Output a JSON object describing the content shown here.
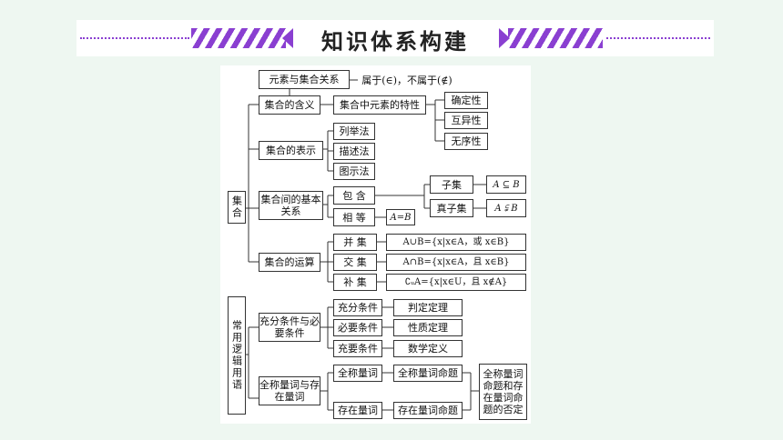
{
  "header": {
    "title": "知识体系构建",
    "accent_color": "#8a3fd1"
  },
  "diagram": {
    "root_set": "集合",
    "root_logic": "常用逻辑用语",
    "element_relation": "元素与集合关系",
    "belong": "属于(∈)，不属于(∉)",
    "meaning": "集合的含义",
    "element_traits": "集合中元素的特性",
    "certain": "确定性",
    "distinct": "互异性",
    "unordered": "无序性",
    "representation": "集合的表示",
    "listing": "列举法",
    "description": "描述法",
    "graphic": "图示法",
    "basic_relation": "集合间的基本关系",
    "contain": "包  含",
    "subset": "子集",
    "subset_formula": "A ⊆ B",
    "proper_subset": "真子集",
    "proper_subset_formula": "A ⫋ B",
    "equal": "相  等",
    "equal_formula": "A=B",
    "operations": "集合的运算",
    "union": "并  集",
    "union_formula": "A∪B={x|x∈A，或 x∈B}",
    "intersection": "交  集",
    "intersection_formula": "A∩B={x|x∈A，且 x∈B}",
    "complement": "补  集",
    "complement_formula": "∁ᵤA={x|x∈U，且 x∉A}",
    "conditions": "充分条件与必要条件",
    "sufficient": "充分条件",
    "judgement_theorem": "判定定理",
    "necessary": "必要条件",
    "property_theorem": "性质定理",
    "necessary_sufficient": "充要条件",
    "math_definition": "数学定义",
    "quantifiers": "全称量词与存在量词",
    "universal": "全称量词",
    "universal_prop": "全称量词命题",
    "existential": "存在量词",
    "existential_prop": "存在量词命题",
    "negation": "全称量词命题和存在量词命题的否定"
  }
}
